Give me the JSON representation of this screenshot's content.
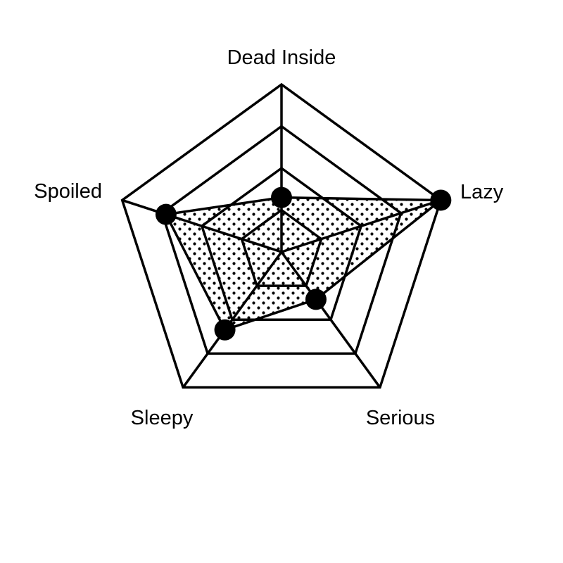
{
  "chart_data": {
    "type": "radar",
    "axes": [
      "Dead Inside",
      "Lazy",
      "Serious",
      "Sleepy",
      "Spoiled"
    ],
    "values": [
      1.3,
      4.0,
      1.4,
      2.3,
      2.9
    ],
    "range": [
      0,
      4
    ],
    "grid_levels": [
      1,
      2,
      3,
      4
    ],
    "grid": true,
    "legend": "none",
    "fill_pattern": "dots",
    "colors": {
      "line": "#000000",
      "fill_dot": "#000000",
      "background": "#ffffff"
    }
  }
}
